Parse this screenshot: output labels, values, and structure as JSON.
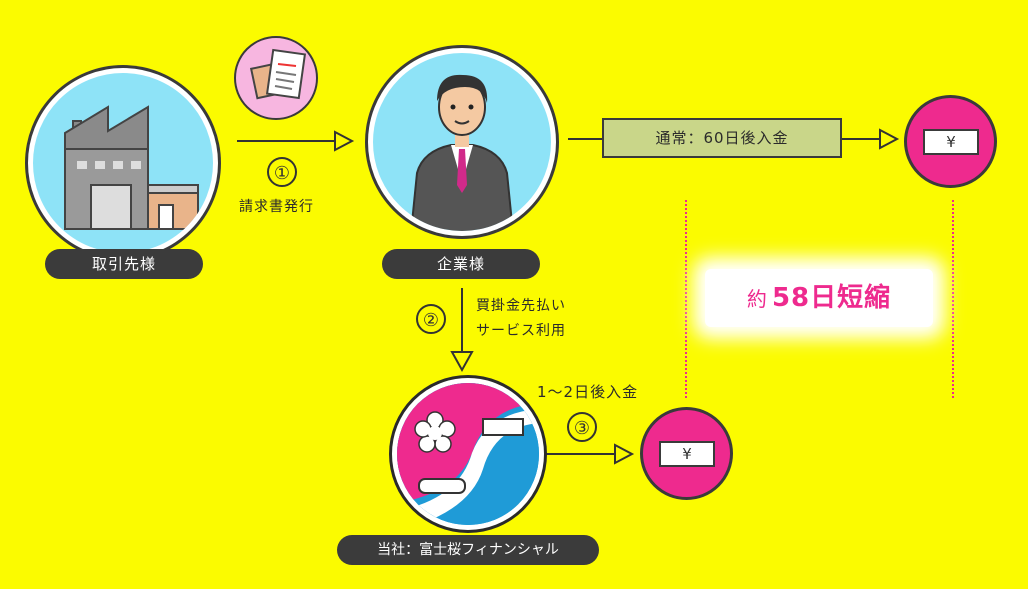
{
  "nodes": {
    "supplier": {
      "label": "取引先様"
    },
    "company": {
      "label": "企業様"
    },
    "ours": {
      "label": "当社：富士桜フィナンシャル"
    }
  },
  "steps": {
    "step1": {
      "num": "①",
      "label": "請求書発行"
    },
    "step2": {
      "num": "②",
      "line1": "買掛金先払い",
      "line2": "サービス利用"
    },
    "step3": {
      "num": "③",
      "label": "1～2日後入金"
    }
  },
  "normal": {
    "label": "通常：60日後入金"
  },
  "yen": {
    "symbol": "¥"
  },
  "shorten": {
    "prefix": "約",
    "value": "58日短縮"
  },
  "colors": {
    "background": "#FBFB00",
    "accent": "#EE2A8E",
    "circle": "#8EE3F7",
    "normal_box": "#C9D689"
  }
}
